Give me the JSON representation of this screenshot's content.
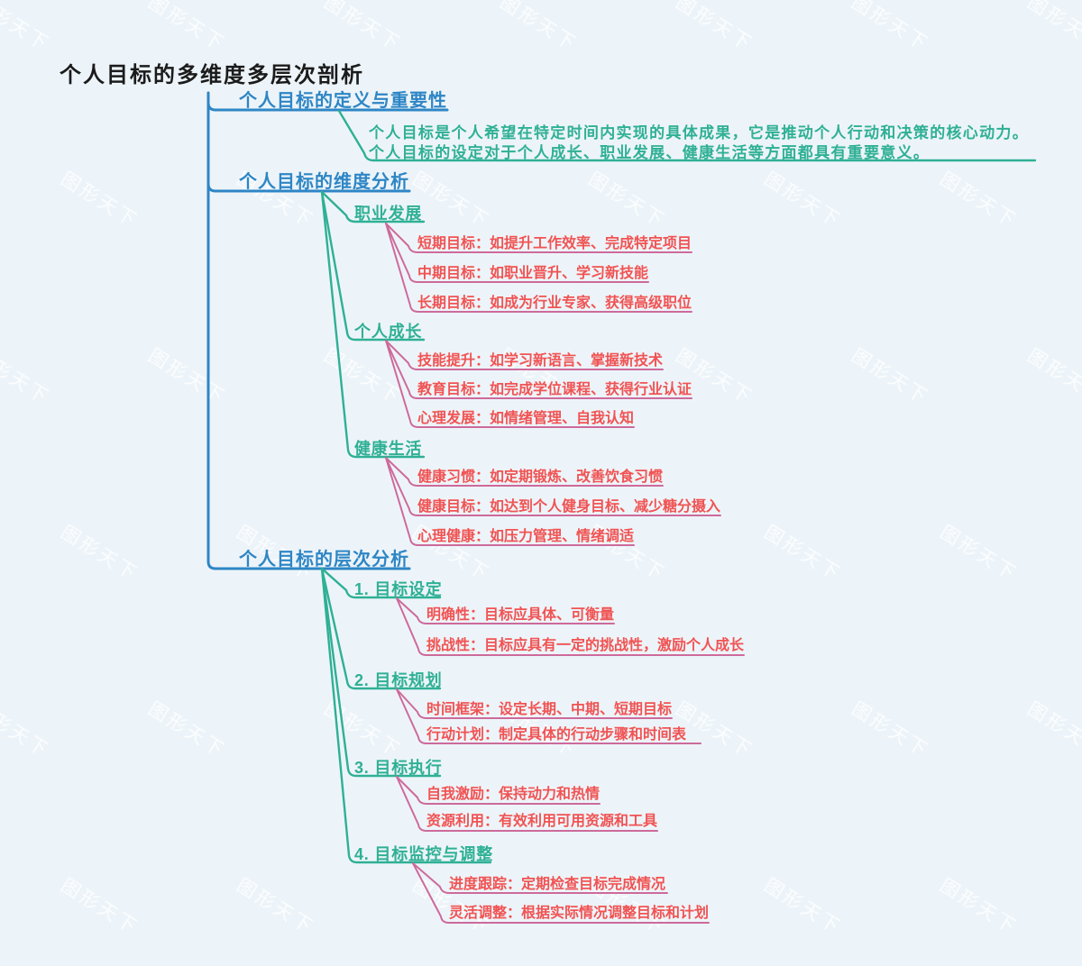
{
  "watermark": {
    "text": "图形天下"
  },
  "colors": {
    "background": "#edf4f9",
    "branch_blue": "#2e86c5",
    "section_teal": "#2fb095",
    "leaf_red": "#f15353",
    "leaf_line_pink": "#cd6a9b",
    "title_black": "#1b1b1b"
  },
  "mindmap": {
    "root": "个人目标的多维度多层次剖析",
    "branches": [
      {
        "label": "个人目标的定义与重要性",
        "note_line1": "个人目标是个人希望在特定时间内实现的具体成果，它是推动个人行动和决策的核心动力。",
        "note_line2": "个人目标的设定对于个人成长、职业发展、健康生活等方面都具有重要意义。"
      },
      {
        "label": "个人目标的维度分析",
        "sections": [
          {
            "label": "职业发展",
            "items": [
              "短期目标：如提升工作效率、完成特定项目",
              "中期目标：如职业晋升、学习新技能",
              "长期目标：如成为行业专家、获得高级职位"
            ]
          },
          {
            "label": "个人成长",
            "items": [
              "技能提升：如学习新语言、掌握新技术",
              "教育目标：如完成学位课程、获得行业认证",
              "心理发展：如情绪管理、自我认知"
            ]
          },
          {
            "label": "健康生活",
            "items": [
              "健康习惯：如定期锻炼、改善饮食习惯",
              "健康目标：如达到个人健身目标、减少糖分摄入",
              "心理健康：如压力管理、情绪调适"
            ]
          }
        ]
      },
      {
        "label": "个人目标的层次分析",
        "sections": [
          {
            "label": "1. 目标设定",
            "items": [
              "明确性：目标应具体、可衡量",
              "挑战性：目标应具有一定的挑战性，激励个人成长"
            ]
          },
          {
            "label": "2. 目标规划",
            "items": [
              "时间框架：设定长期、中期、短期目标",
              "行动计划：制定具体的行动步骤和时间表"
            ]
          },
          {
            "label": "3. 目标执行",
            "items": [
              "自我激励：保持动力和热情",
              "资源利用：有效利用可用资源和工具"
            ]
          },
          {
            "label": "4. 目标监控与调整",
            "items": [
              "进度跟踪：定期检查目标完成情况",
              "灵活调整：根据实际情况调整目标和计划"
            ]
          }
        ]
      }
    ]
  }
}
